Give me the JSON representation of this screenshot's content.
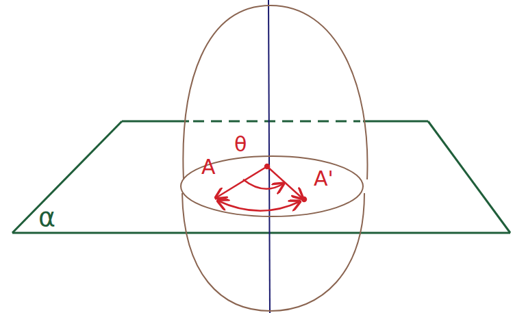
{
  "diagram": {
    "labels": [
      "θ",
      "A",
      "A'",
      "α"
    ]
  }
}
